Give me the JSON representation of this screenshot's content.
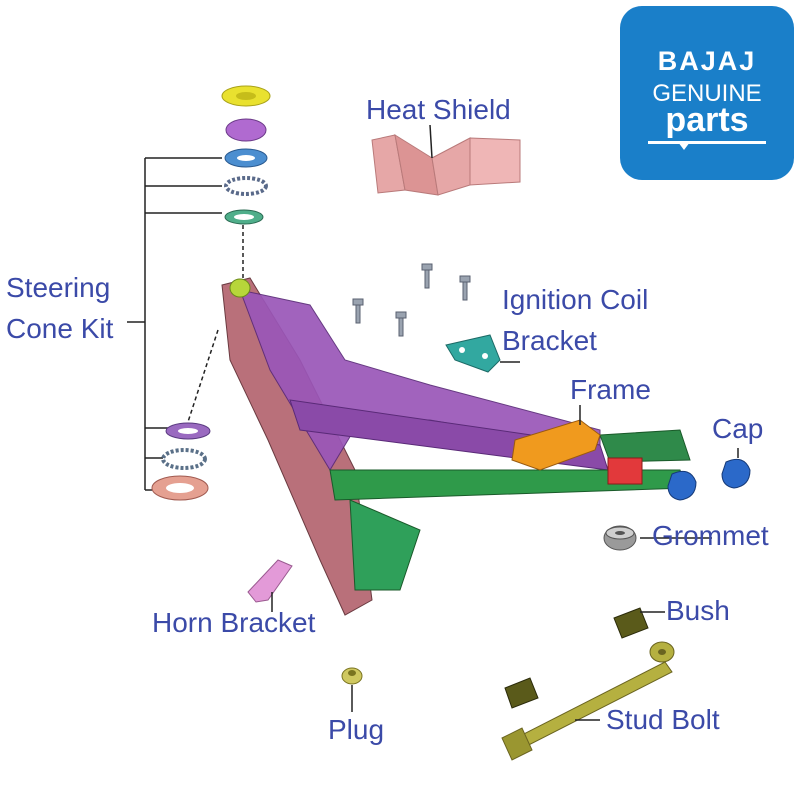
{
  "logo": {
    "brand": "BAJAJ",
    "genuine": "GENUINE",
    "parts": "parts",
    "bg_color": "#1a7fc9"
  },
  "labels": {
    "heat_shield": "Heat Shield",
    "steering_line1": "Steering",
    "steering_line2": "Cone Kit",
    "ignition_line1": "Ignition Coil",
    "ignition_line2": "Bracket",
    "frame": "Frame",
    "cap": "Cap",
    "grommet": "Grommet",
    "bush": "Bush",
    "horn_bracket": "Horn Bracket",
    "plug": "Plug",
    "stud_bolt": "Stud Bolt"
  },
  "colors": {
    "label_text": "#3b4aa8",
    "frame_main": "#b9707a",
    "frame_purple": "#9a56b8",
    "frame_green": "#2f9a4a",
    "frame_orange": "#f09a1e",
    "heat_shield": "#e6a7a7",
    "bracket_teal": "#32a8a0",
    "cap_blue": "#2b69c9",
    "olive": "#b5b040"
  }
}
